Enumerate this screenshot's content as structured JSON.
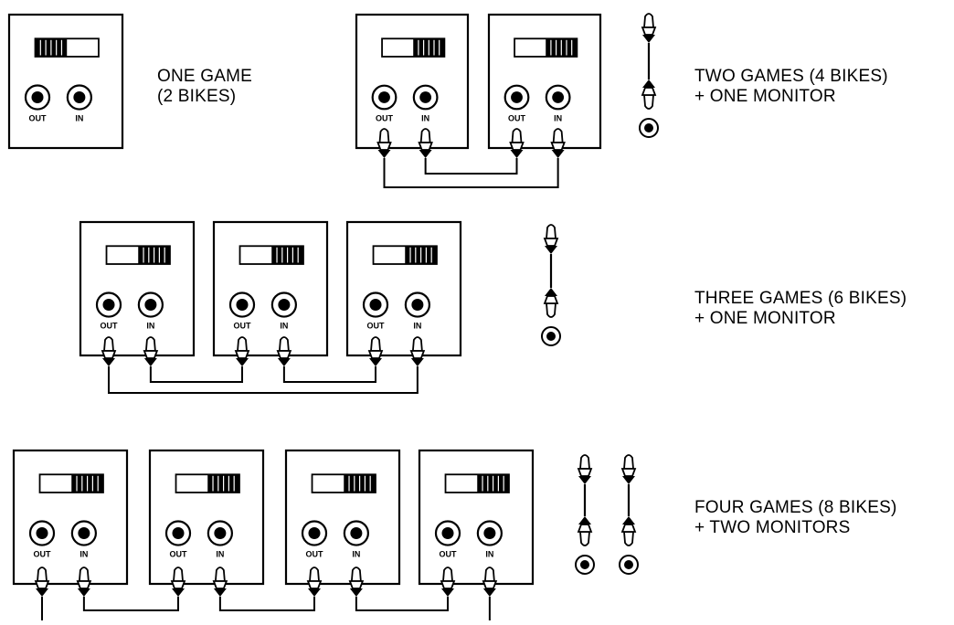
{
  "diagram": {
    "jack_labels": {
      "out": "OUT",
      "in": "IN"
    },
    "configurations": [
      {
        "id": "one-game",
        "line1": "ONE GAME",
        "line2": "(2 BIKES)",
        "panel_count": 1,
        "monitor_count": 0,
        "daisy_chain": false,
        "switch_position": "left"
      },
      {
        "id": "two-games",
        "line1": "TWO GAMES (4 BIKES)",
        "line2": "+ ONE MONITOR",
        "panel_count": 2,
        "monitor_count": 1,
        "daisy_chain": true,
        "switch_position": "right"
      },
      {
        "id": "three-games",
        "line1": "THREE GAMES (6 BIKES)",
        "line2": "+ ONE MONITOR",
        "panel_count": 3,
        "monitor_count": 1,
        "daisy_chain": true,
        "switch_position": "right"
      },
      {
        "id": "four-games",
        "line1": "FOUR GAMES (8 BIKES)",
        "line2": "+ TWO MONITORS",
        "panel_count": 4,
        "monitor_count": 2,
        "daisy_chain": true,
        "switch_position": "right"
      }
    ]
  }
}
